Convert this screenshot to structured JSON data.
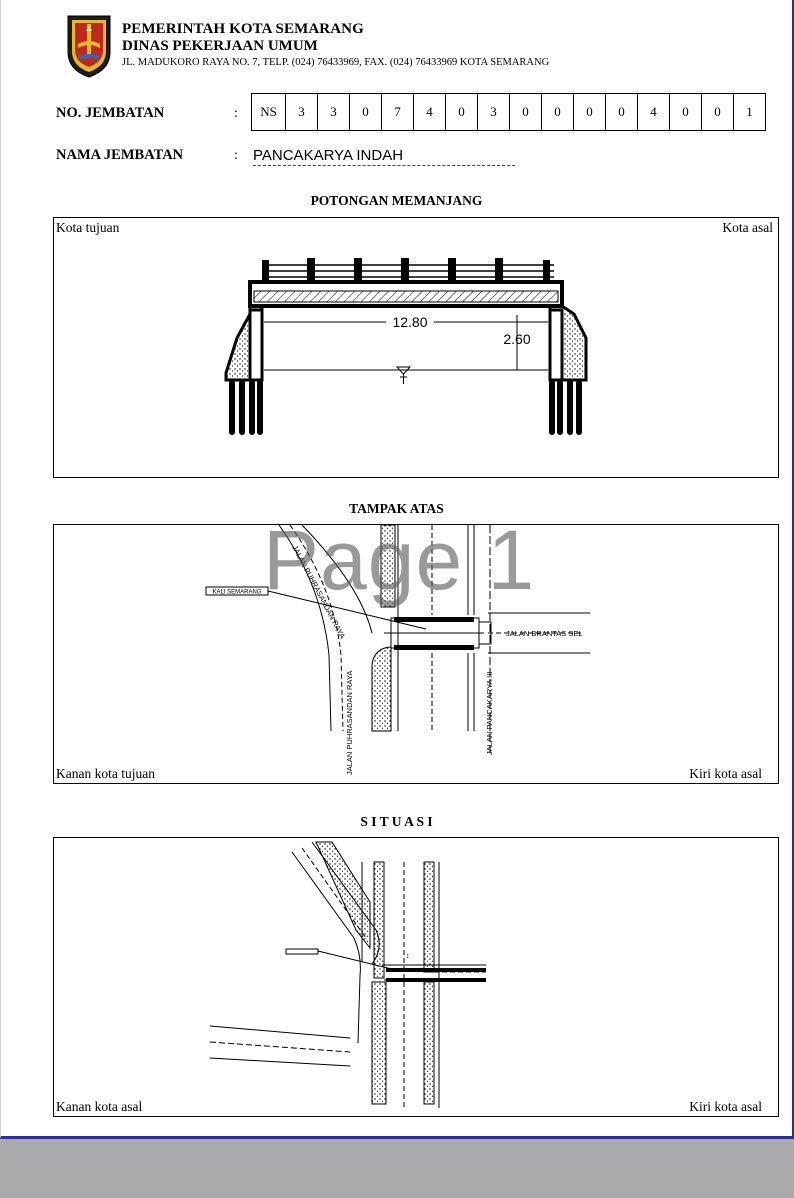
{
  "header": {
    "line1": "PEMERINTAH KOTA SEMARANG",
    "line2": "DINAS PEKERJAAN UMUM",
    "address": "JL. MADUKORO RAYA NO. 7, TELP. (024) 76433969, FAX. (024) 76433969 KOTA SEMARANG"
  },
  "bridge": {
    "no_label": "NO. JEMBATAN",
    "name_label": "NAMA JEMBATAN",
    "colon": ":",
    "digits": [
      "NS",
      "3",
      "3",
      "0",
      "7",
      "4",
      "0",
      "3",
      "0",
      "0",
      "0",
      "0",
      "4",
      "0",
      "0",
      "1"
    ],
    "name": "PANCAKARYA INDAH"
  },
  "sections": {
    "longitudinal": {
      "title": "POTONGAN MEMANJANG",
      "top_left": "Kota tujuan",
      "top_right": "Kota asal",
      "span": "12.80",
      "height": "2.60"
    },
    "top_view": {
      "title": "TAMPAK ATAS",
      "bottom_left": "Kanan kota tujuan",
      "bottom_right": "Kiri kota asal",
      "road_1": "JALAN PUHRASANDAN RAYA",
      "road_2": "JALAN PUHRASANDAN RAYA",
      "road_3": "JALAN BRANTAS SEL",
      "road_4": "JALAN PANCAKARYA III",
      "tag": "KALI SEMARANG"
    },
    "situation": {
      "title": "S I T U A S I",
      "bottom_left": "Kanan kota asal",
      "bottom_right": "Kiri kota asal"
    }
  },
  "watermark": "Page 1"
}
